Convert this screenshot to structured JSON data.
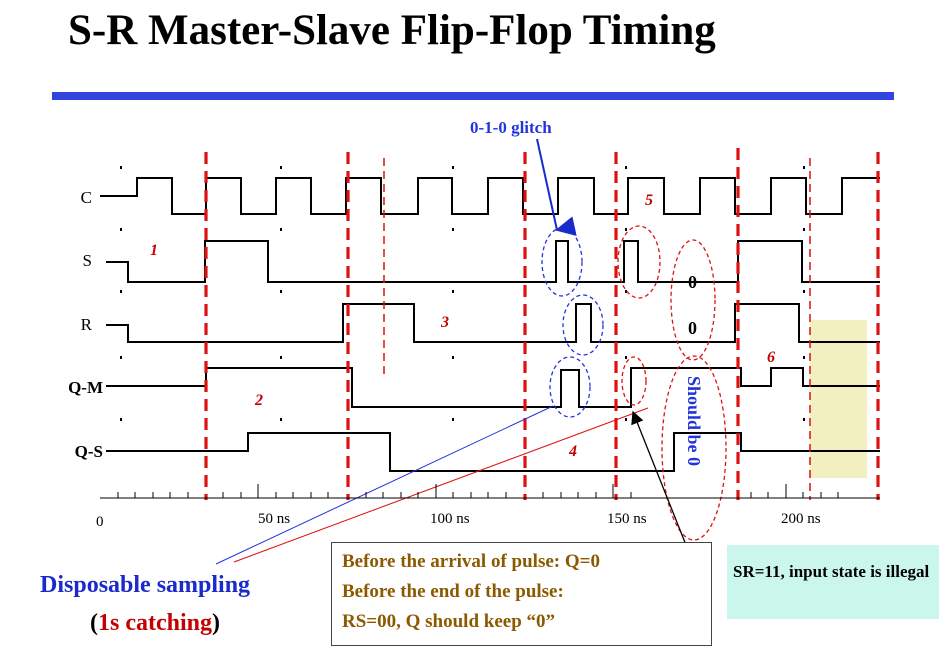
{
  "title": "S-R Master-Slave Flip-Flop Timing",
  "annotations": {
    "glitch": "0-1-0 glitch",
    "should_be": "Should be 0",
    "zero_s": "0",
    "zero_r": "0",
    "step_numbers": [
      "1",
      "2",
      "3",
      "4",
      "5",
      "6"
    ]
  },
  "signals": [
    "C",
    "S",
    "R",
    "Q-M",
    "Q-S"
  ],
  "time_axis": {
    "start": "0",
    "labels": [
      "50 ns",
      "100 ns",
      "150 ns",
      "200 ns"
    ]
  },
  "disposable": {
    "line1": "Disposable sampling",
    "paren_open": "(",
    "red": "1s catching",
    "paren_close": ")"
  },
  "box_pulse": {
    "line1": "Before the arrival of pulse: Q=0",
    "line2": "Before the end of the pulse:",
    "line3": "RS=00, Q should keep “0”"
  },
  "box_illegal": {
    "line1": "SR=11, input state is illegal"
  },
  "colors": {
    "rule": "#3344dd",
    "red_dash": "#dd1111",
    "blue_text": "#2233dd",
    "brown_text": "#8b5a00",
    "illegal_box": "#cbf6ec",
    "highlight": "#f2efc0"
  }
}
